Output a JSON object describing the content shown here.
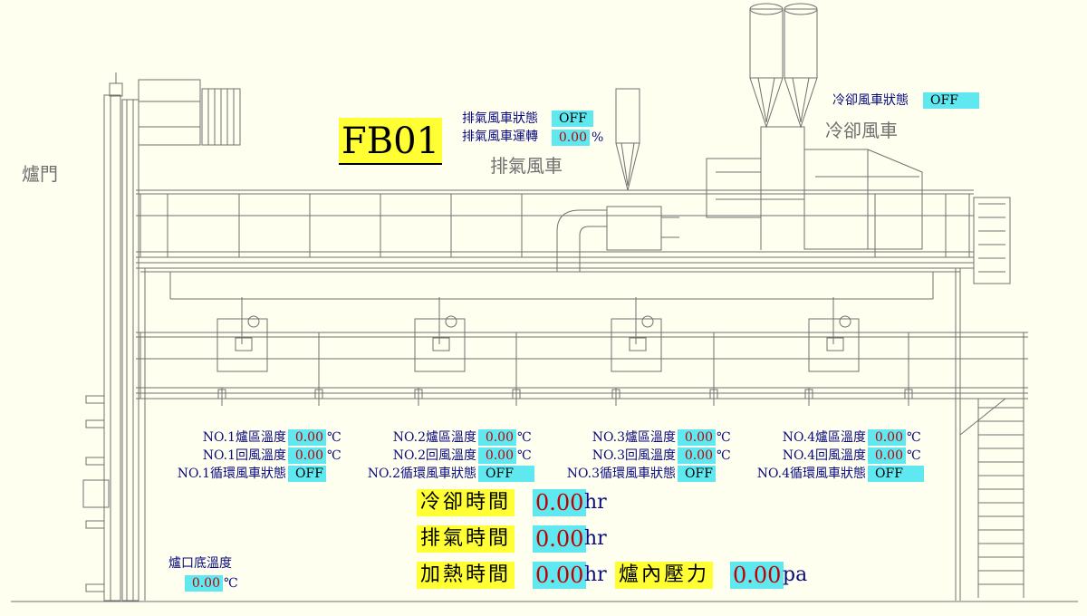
{
  "title": "FB01",
  "door_label": "爐門",
  "exhaust_fan": {
    "name": "排氣風車",
    "status_label": "排氣風車狀態",
    "status": "OFF",
    "run_label": "排氣風車運轉",
    "run_value": "0.00",
    "run_unit": "%"
  },
  "cooling_fan": {
    "name": "冷卻風車",
    "status_label": "冷卻風車狀態",
    "status": "OFF"
  },
  "zones": [
    {
      "temp_label": "NO.1爐區溫度",
      "temp": "0.00",
      "return_label": "NO.1回風溫度",
      "return_temp": "0.00",
      "fan_label": "NO.1循環風車狀態",
      "fan_status": "OFF"
    },
    {
      "temp_label": "NO.2爐區溫度",
      "temp": "0.00",
      "return_label": "NO.2回風溫度",
      "return_temp": "0.00",
      "fan_label": "NO.2循環風車狀態",
      "fan_status": "OFF"
    },
    {
      "temp_label": "NO.3爐區溫度",
      "temp": "0.00",
      "return_label": "NO.3回風溫度",
      "return_temp": "0.00",
      "fan_label": "NO.3循環風車狀態",
      "fan_status": "OFF"
    },
    {
      "temp_label": "NO.4爐區溫度",
      "temp": "0.00",
      "return_label": "NO.4回風溫度",
      "return_temp": "0.00",
      "fan_label": "NO.4循環風車狀態",
      "fan_status": "OFF"
    }
  ],
  "temp_unit": "℃",
  "bottom_temp": {
    "label": "爐口底溫度",
    "value": "0.00"
  },
  "times": {
    "cooling_label": "冷卻時間",
    "cooling_value": "0.00",
    "exhaust_label": "排氣時間",
    "exhaust_value": "0.00",
    "heating_label": "加熱時間",
    "heating_value": "0.00",
    "time_unit": "hr",
    "pressure_label": "爐內壓力",
    "pressure_value": "0.00",
    "pressure_unit": "pa"
  },
  "colors": {
    "value_bg": "#5fe8f0",
    "value_text": "#c00000",
    "label_text": "#0a0a80",
    "highlight": "#ffff33",
    "line": "#707070"
  }
}
